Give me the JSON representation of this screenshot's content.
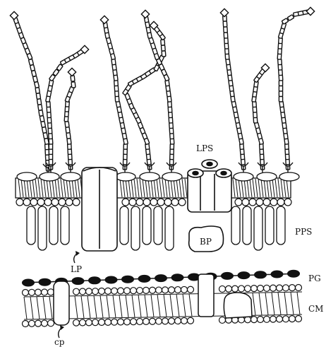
{
  "labels": {
    "lps": "LPS",
    "pps": "PPS",
    "bp": "BP",
    "lp": "LP",
    "pg": "PG",
    "cm": "CM",
    "cp": "cp"
  }
}
